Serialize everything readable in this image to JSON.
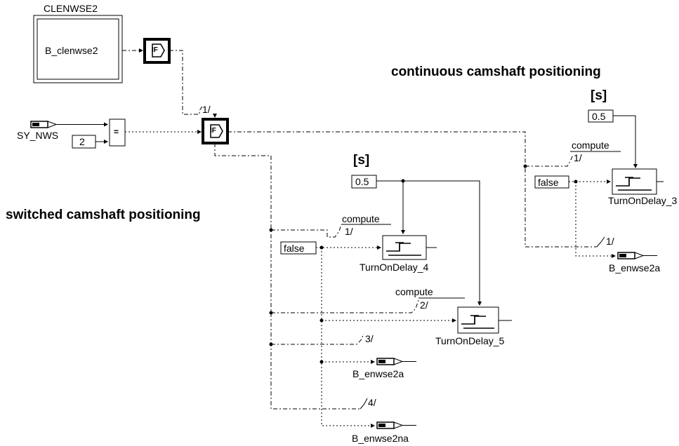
{
  "subsystem": {
    "title": "CLENWSE2",
    "port": "B_clenwse2"
  },
  "input": {
    "name": "SY_NWS",
    "const": "2"
  },
  "ops": {
    "equal": "=",
    "if": "IF"
  },
  "headings": {
    "continuous": "continuous camshaft positioning",
    "switched": "switched camshaft positioning",
    "unit_right": "[s]",
    "unit_left": "[s]"
  },
  "consts": {
    "delay_right": "0.5",
    "delay_left": "0.5",
    "false1": "false",
    "false2": "false"
  },
  "ports": {
    "if1_out1": "1/",
    "r_compute": "compute",
    "r_1": "1/",
    "r_out": "1/",
    "l_compute1": "compute",
    "l_1": "1/",
    "l_compute2": "compute",
    "l_2": "2/",
    "l_3": "3/",
    "l_4": "4/"
  },
  "blocks": {
    "tod3": "TurnOnDelay_3",
    "tod4": "TurnOnDelay_4",
    "tod5": "TurnOnDelay_5"
  },
  "outputs": {
    "out_right": "B_enwse2a",
    "out_left1": "B_enwse2a",
    "out_left2": "B_enwse2na"
  }
}
